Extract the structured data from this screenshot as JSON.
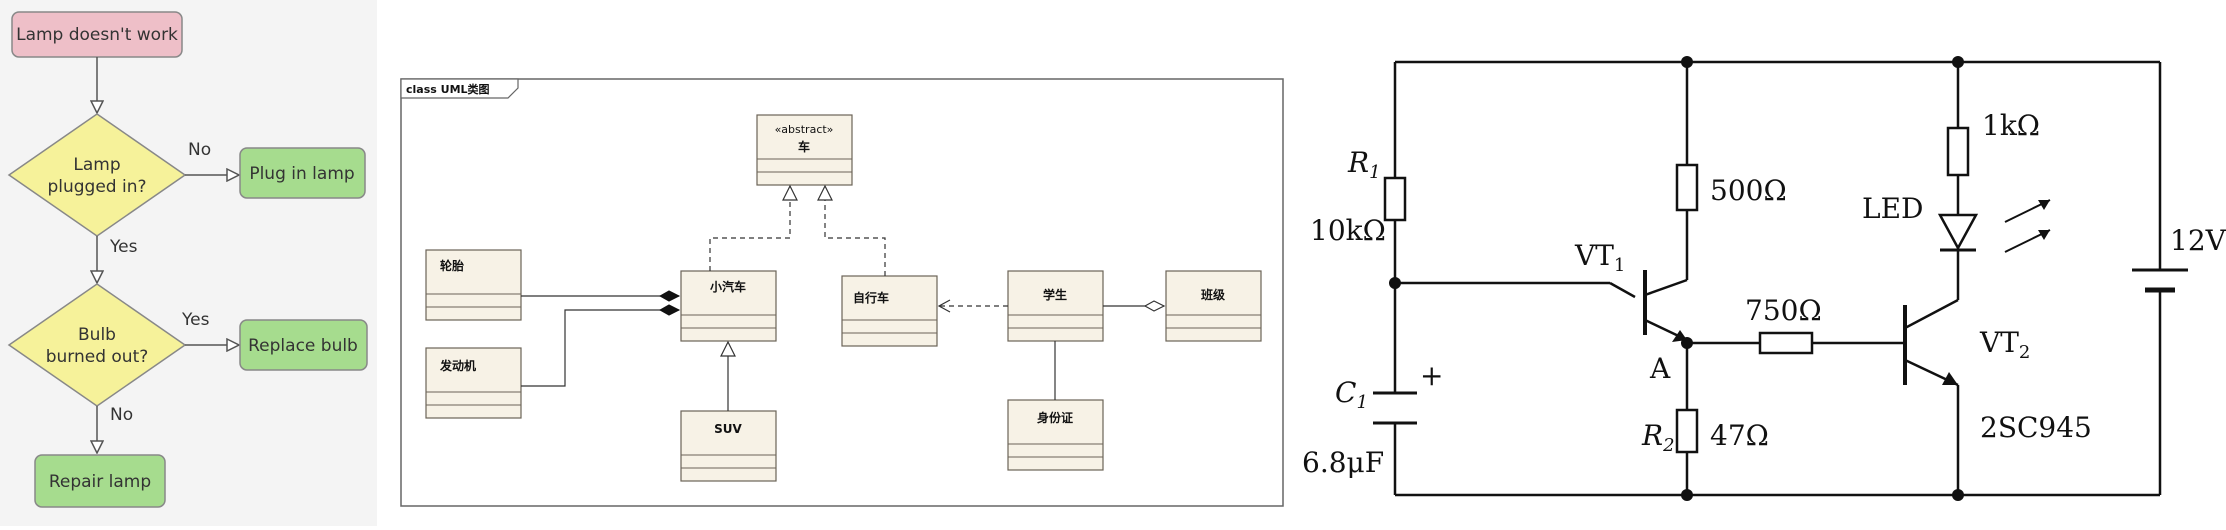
{
  "flowchart": {
    "start": "Lamp doesn't work",
    "decision1": [
      "Lamp",
      "plugged in?"
    ],
    "decision1_no": "No",
    "decision1_yes": "Yes",
    "action1": "Plug in lamp",
    "decision2": [
      "Bulb",
      "burned out?"
    ],
    "decision2_yes": "Yes",
    "decision2_no": "No",
    "action2": "Replace bulb",
    "action3": "Repair lamp",
    "colors": {
      "start": "#eebfc8",
      "decision": "#f6f29a",
      "action": "#a6dc8e"
    }
  },
  "uml": {
    "frame_label": "class UML类图",
    "abstract_stereotype": "«abstract»",
    "abstract_name": "车",
    "tire": "轮胎",
    "engine": "发动机",
    "car": "小汽车",
    "suv": "SUV",
    "bicycle": "自行车",
    "student": "学生",
    "klass": "班级",
    "id_card": "身份证",
    "colors": {
      "class_fill": "#f7f2e6",
      "class_border": "#6b6358"
    }
  },
  "circuit": {
    "r1_name": "R",
    "r1_sub": "1",
    "r1_value": "10kΩ",
    "r_500": "500Ω",
    "r_1k": "1kΩ",
    "led": "LED",
    "supply": "12V",
    "vt1_name": "VT",
    "vt1_sub": "1",
    "r_750": "750Ω",
    "vt2_name": "VT",
    "vt2_sub": "2",
    "node_a": "A",
    "c1_name": "C",
    "c1_sub": "1",
    "c1_plus": "+",
    "c1_value": "6.8μF",
    "r2_name": "R",
    "r2_sub": "2",
    "r2_value": "47Ω",
    "vt2_part": "2SC945"
  }
}
